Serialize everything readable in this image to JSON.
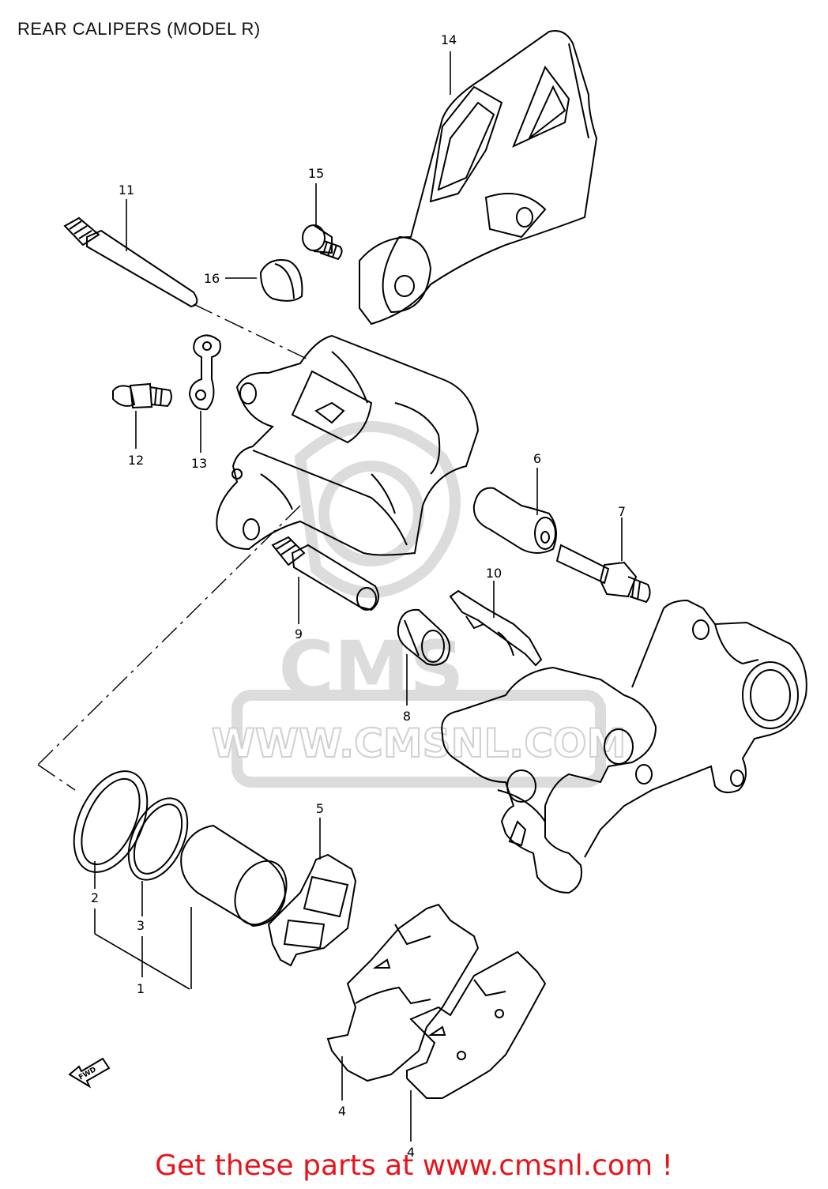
{
  "page": {
    "title": "REAR CALIPERS (MODEL R)",
    "cta": "Get these parts at www.cmsnl.com !",
    "watermark_text": "WWW.CMSNL.COM",
    "watermark_logo": "CMS",
    "fwd_label": "FWD"
  },
  "callouts": [
    "14",
    "15",
    "11",
    "16",
    "12",
    "13",
    "6",
    "7",
    "9",
    "10",
    "8",
    "5",
    "2",
    "3",
    "1",
    "4",
    "4"
  ],
  "colors": {
    "line": "#000000",
    "cta": "#e8141b",
    "watermark": "#d9d9d9"
  }
}
